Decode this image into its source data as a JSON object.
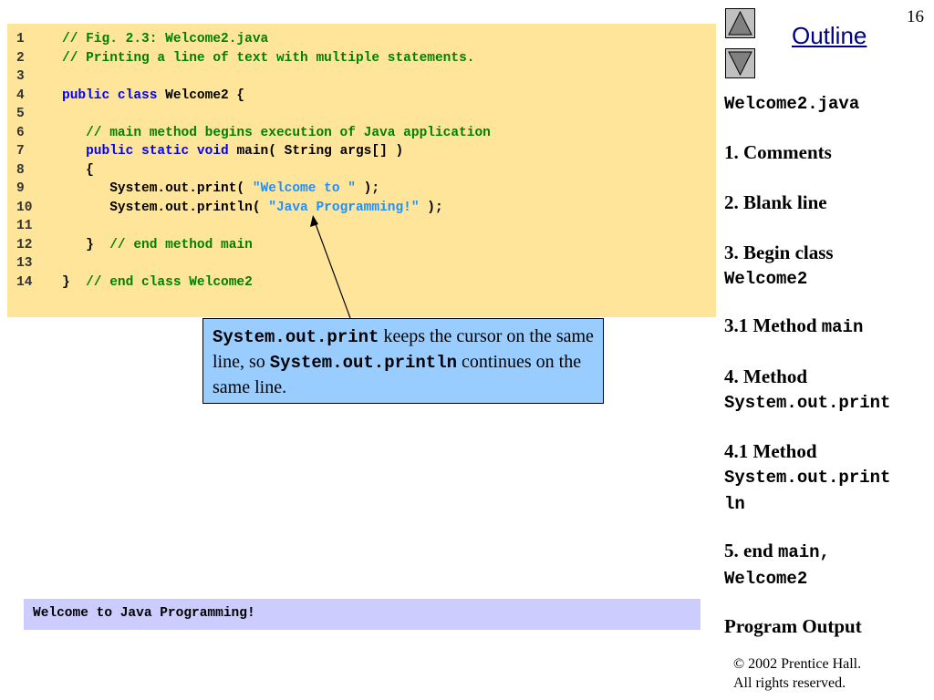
{
  "slide_number": "16",
  "nav": {
    "outline_label": "Outline"
  },
  "code": {
    "lines": [
      {
        "num": "1",
        "segments": [
          {
            "t": "// Fig. 2.3: Welcome2.java",
            "c": "cmt"
          }
        ]
      },
      {
        "num": "2",
        "segments": [
          {
            "t": "// Printing a line of text with multiple statements.",
            "c": "cmt"
          }
        ]
      },
      {
        "num": "3",
        "segments": []
      },
      {
        "num": "4",
        "segments": [
          {
            "t": "public class",
            "c": "kw"
          },
          {
            "t": " Welcome2 {",
            "c": ""
          }
        ]
      },
      {
        "num": "5",
        "segments": []
      },
      {
        "num": "6",
        "segments": [
          {
            "t": "   // main method begins execution of Java application",
            "c": "cmt"
          }
        ]
      },
      {
        "num": "7",
        "segments": [
          {
            "t": "   ",
            "c": ""
          },
          {
            "t": "public static void",
            "c": "kw"
          },
          {
            "t": " main( String args[] )",
            "c": ""
          }
        ]
      },
      {
        "num": "8",
        "segments": [
          {
            "t": "   {",
            "c": ""
          }
        ]
      },
      {
        "num": "9",
        "segments": [
          {
            "t": "      System.out.print( ",
            "c": ""
          },
          {
            "t": "\"Welcome to \"",
            "c": "str"
          },
          {
            "t": " );",
            "c": ""
          }
        ]
      },
      {
        "num": "10",
        "segments": [
          {
            "t": "      System.out.println( ",
            "c": ""
          },
          {
            "t": "\"Java Programming!\"",
            "c": "str"
          },
          {
            "t": " );",
            "c": ""
          }
        ]
      },
      {
        "num": "11",
        "segments": []
      },
      {
        "num": "12",
        "segments": [
          {
            "t": "   }  ",
            "c": ""
          },
          {
            "t": "// end method main",
            "c": "cmt"
          }
        ]
      },
      {
        "num": "13",
        "segments": []
      },
      {
        "num": "14",
        "segments": [
          {
            "t": "}  ",
            "c": ""
          },
          {
            "t": "// end class Welcome2",
            "c": "cmt"
          }
        ]
      }
    ]
  },
  "callout": {
    "code1": "System.out.print",
    "text1": " keeps the cursor on the same line, so ",
    "code2": "System.out.println",
    "text2": " continues on the same line."
  },
  "output": {
    "text": "Welcome to Java Programming!"
  },
  "sidebar": {
    "filename": "Welcome2.java",
    "item1": "1. Comments",
    "item2": "2. Blank line",
    "item3_text": "3. Begin class",
    "item3_code": "Welcome2",
    "item31_text": "3.1 Method ",
    "item31_code": "main",
    "item4_text": "4. Method",
    "item4_code": "System.out.print",
    "item41_text": "4.1 Method",
    "item41_code_a": "System.out.print",
    "item41_code_b": "ln",
    "item5_text": "5. end ",
    "item5_code_a": "main,",
    "item5_code_b": "Welcome2",
    "program_output": "Program Output"
  },
  "copyright": {
    "line1": "© 2002 Prentice Hall.",
    "line2": "All rights reserved."
  },
  "colors": {
    "code_bg": "#ffe599",
    "callout_bg": "#99ccff",
    "output_bg": "#ccccff",
    "comment": "#008000",
    "keyword": "#0000ff",
    "string": "#1e90ff"
  }
}
